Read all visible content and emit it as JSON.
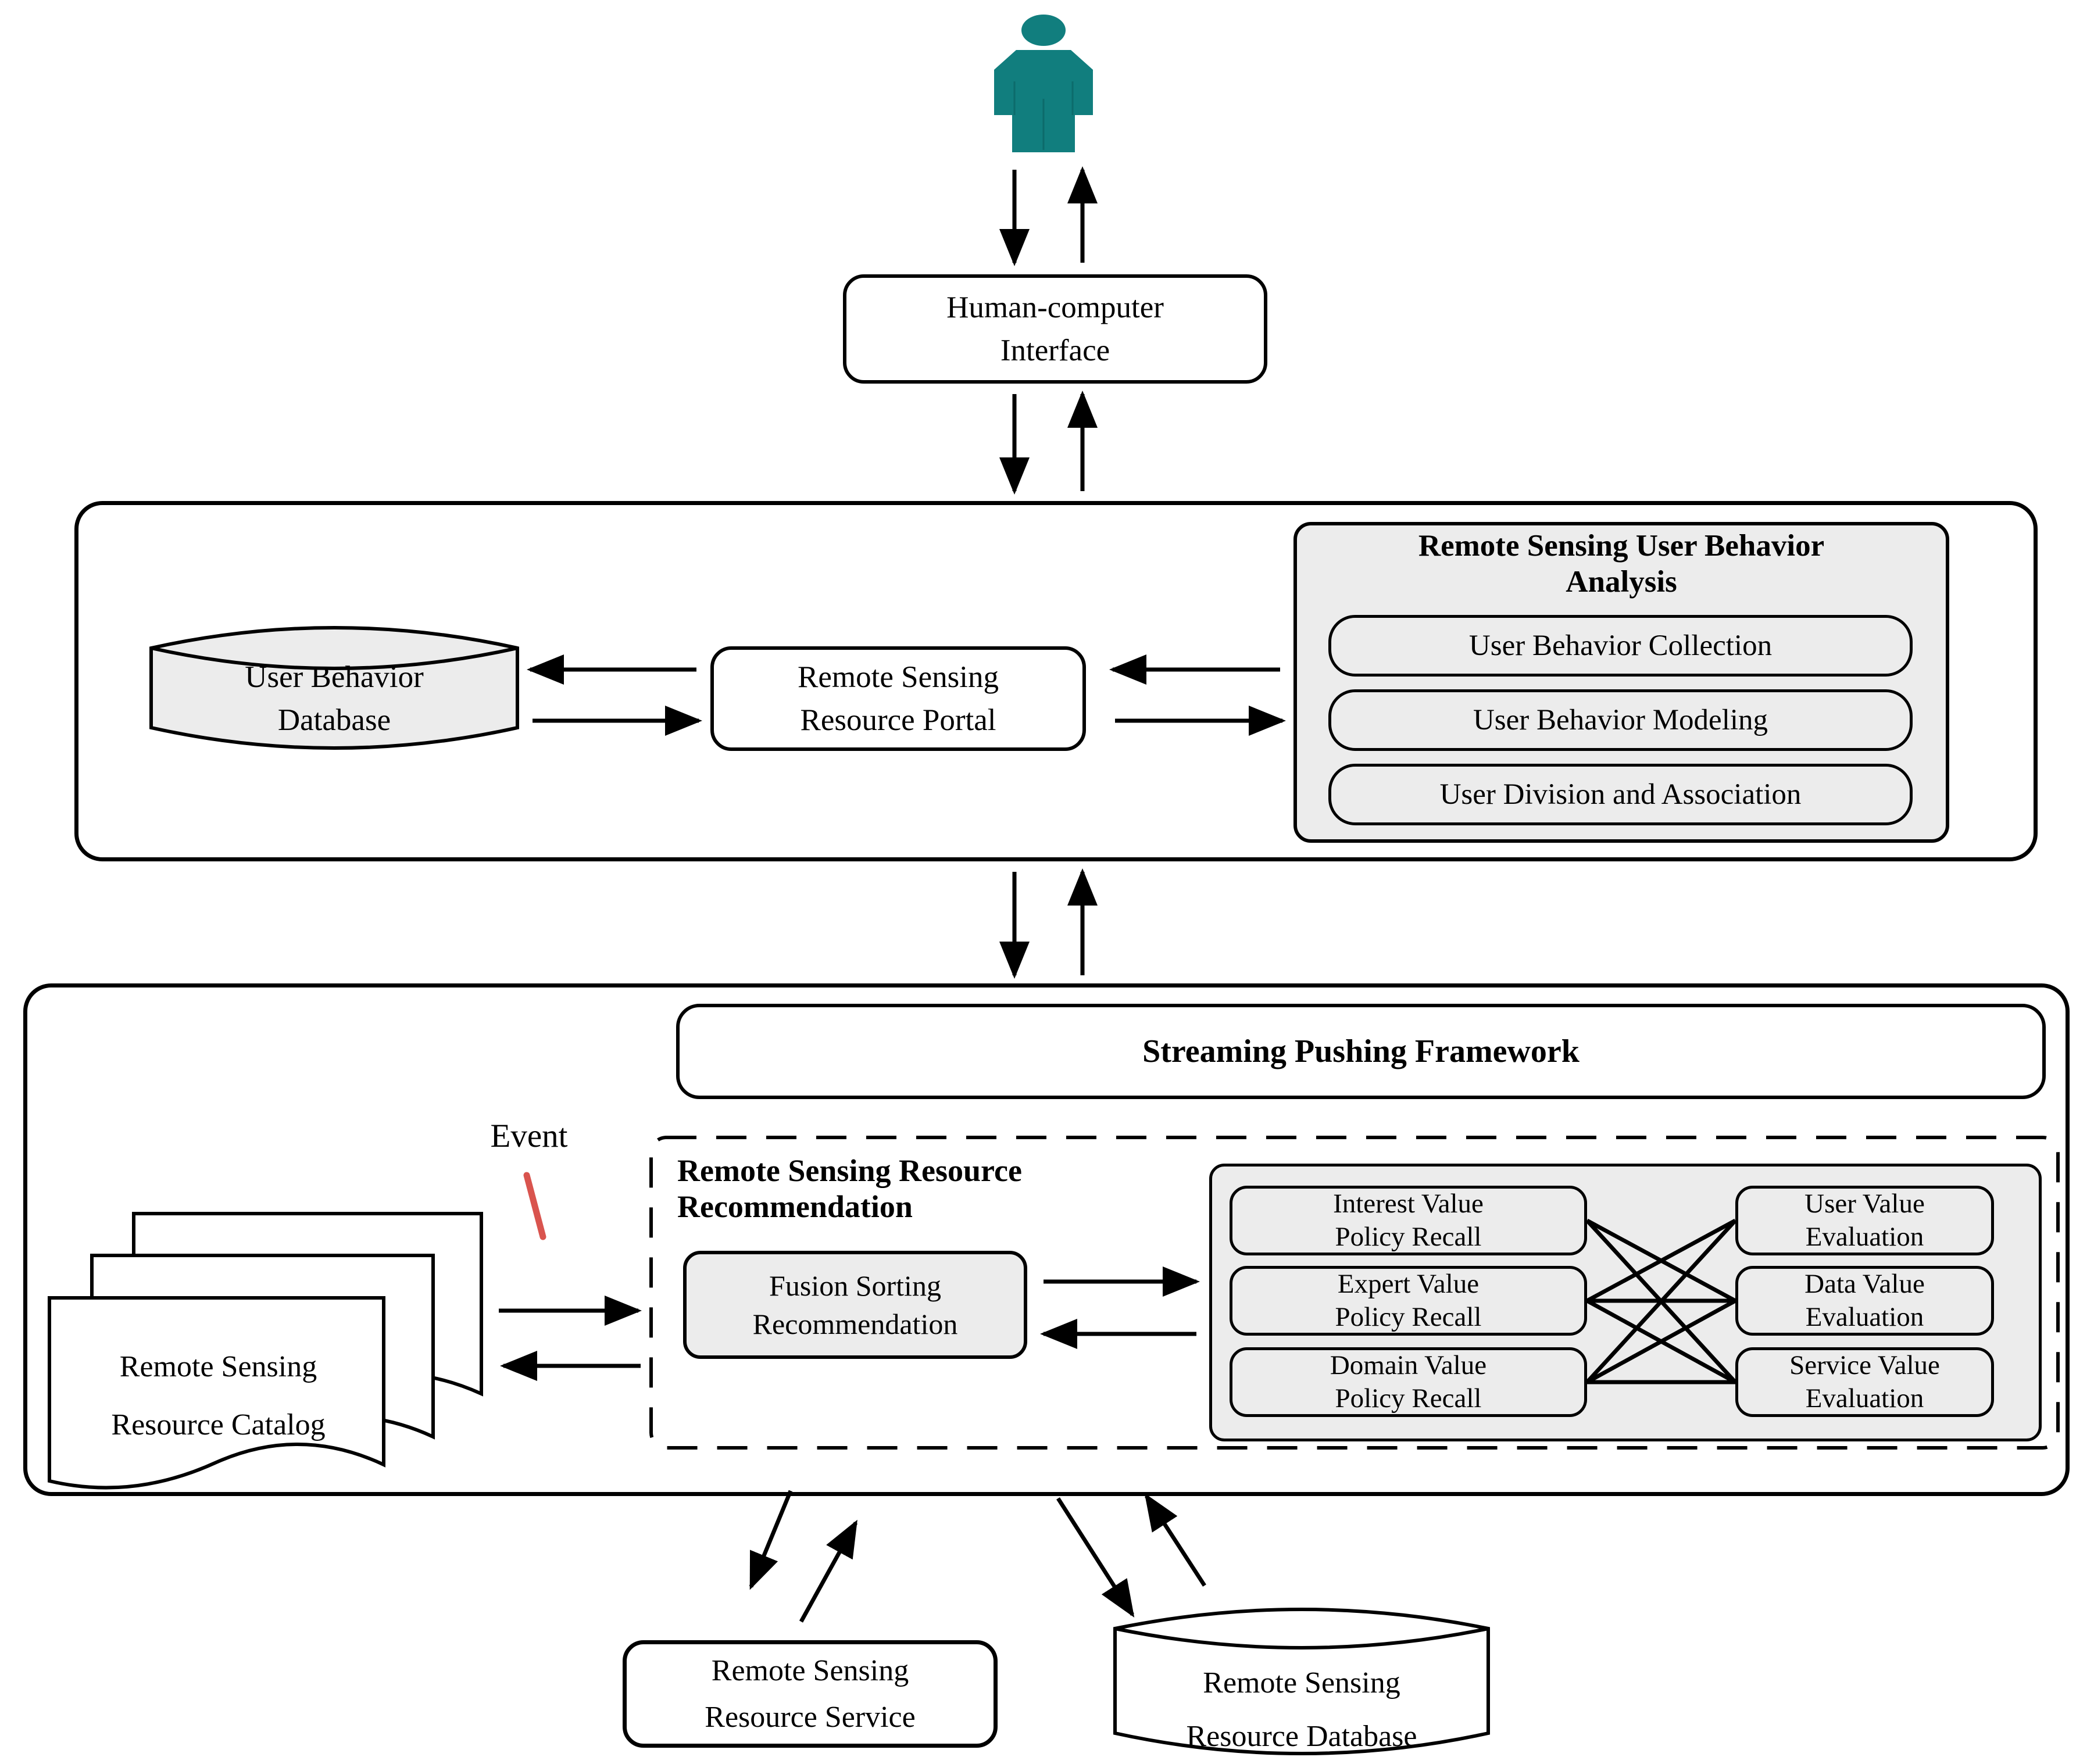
{
  "colors": {
    "accent_teal": "#117e7e",
    "fill_gray": "#ececec",
    "event_marker_red": "#d9544e",
    "line_black": "#000000"
  },
  "icons": {
    "user": "person-icon"
  },
  "nodes": {
    "hci": {
      "line1": "Human-computer",
      "line2": "Interface"
    },
    "user_behavior_database": {
      "line1": "User Behavior",
      "line2": "Database"
    },
    "portal": {
      "line1": "Remote Sensing",
      "line2": "Resource Portal"
    },
    "analysis": {
      "title_line1": "Remote Sensing User Behavior",
      "title_line2": "Analysis",
      "items": [
        "User Behavior Collection",
        "User Behavior Modeling",
        "User Division and Association"
      ]
    },
    "streaming": {
      "title": "Streaming Pushing Framework"
    },
    "event": {
      "label": "Event"
    },
    "catalog": {
      "line1": "Remote Sensing",
      "line2": "Resource Catalog"
    },
    "recommendation": {
      "title_line1": "Remote Sensing Resource",
      "title_line2": "Recommendation"
    },
    "fusion": {
      "line1": "Fusion Sorting",
      "line2": "Recommendation"
    },
    "recalls": [
      {
        "line1": "Interest Value",
        "line2": "Policy Recall"
      },
      {
        "line1": "Expert Value",
        "line2": "Policy Recall"
      },
      {
        "line1": "Domain Value",
        "line2": "Policy Recall"
      }
    ],
    "evaluations": [
      {
        "line1": "User Value",
        "line2": "Evaluation"
      },
      {
        "line1": "Data Value",
        "line2": "Evaluation"
      },
      {
        "line1": "Service Value",
        "line2": "Evaluation"
      }
    ],
    "service": {
      "line1": "Remote Sensing",
      "line2": "Resource Service"
    },
    "resource_database": {
      "line1": "Remote Sensing",
      "line2": "Resource Database"
    }
  }
}
